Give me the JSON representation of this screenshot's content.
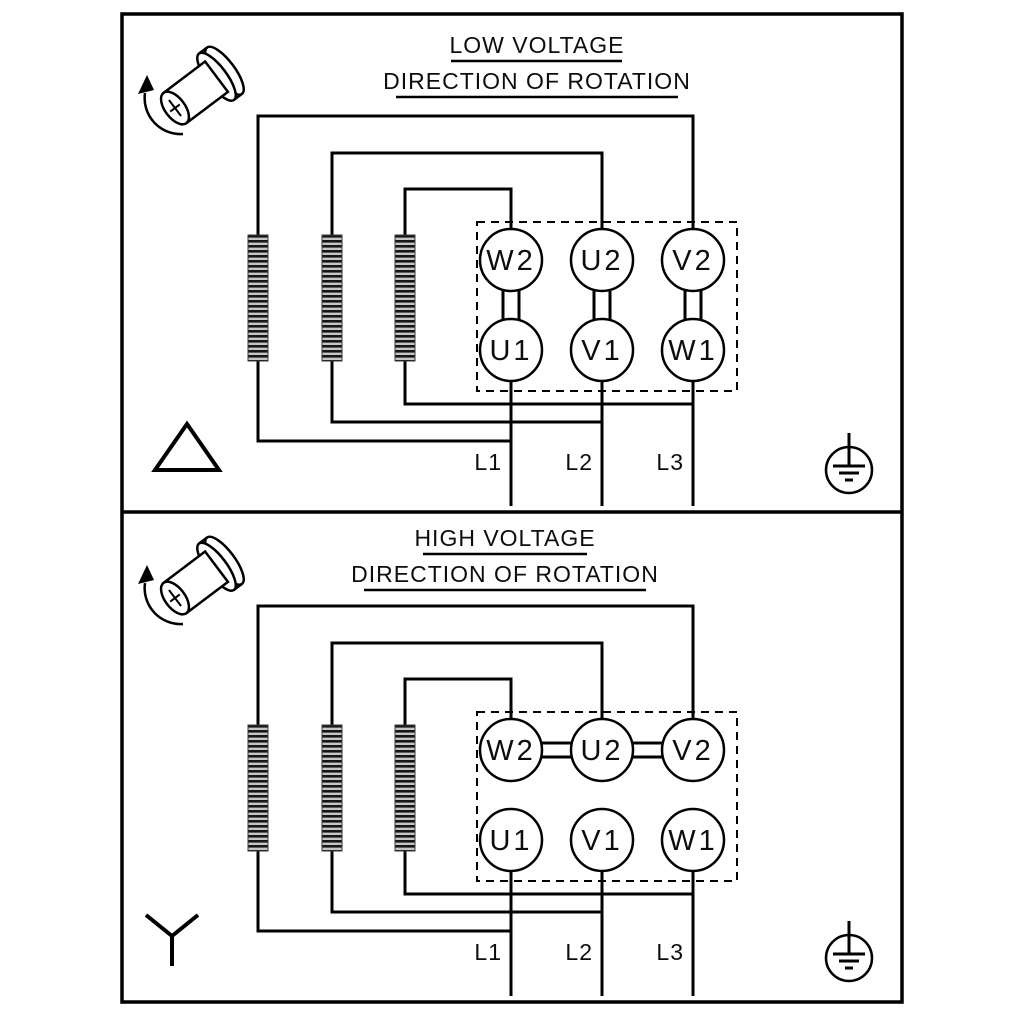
{
  "colors": {
    "line": "#000000",
    "background": "#ffffff"
  },
  "panels": {
    "low": {
      "title": "LOW VOLTAGE",
      "subtitle": "DIRECTION OF ROTATION",
      "terminals": {
        "top": [
          "W2",
          "U2",
          "V2"
        ],
        "bottom": [
          "U1",
          "V1",
          "W1"
        ]
      },
      "supply": [
        "L1",
        "L2",
        "L3"
      ],
      "connection_symbol": "delta",
      "icons": {
        "rotation": "shaft-rotation-icon",
        "earth": "protective-earth-icon"
      }
    },
    "high": {
      "title": "HIGH VOLTAGE",
      "subtitle": "DIRECTION OF ROTATION",
      "terminals": {
        "top": [
          "W2",
          "U2",
          "V2"
        ],
        "bottom": [
          "U1",
          "V1",
          "W1"
        ]
      },
      "supply": [
        "L1",
        "L2",
        "L3"
      ],
      "connection_symbol": "star",
      "icons": {
        "rotation": "shaft-rotation-icon",
        "earth": "protective-earth-icon"
      }
    }
  }
}
